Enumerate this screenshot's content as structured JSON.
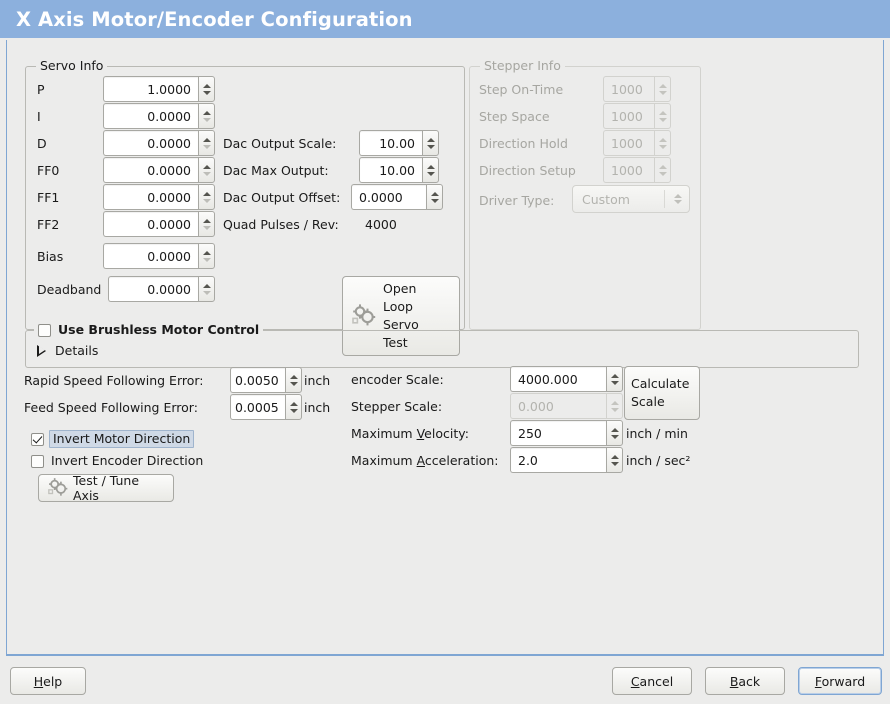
{
  "window": {
    "title": "X Axis Motor/Encoder Configuration",
    "title_bar_color": "#8cb0dd",
    "background_color": "#ececeb",
    "frame_border_color": "#7fa6d3"
  },
  "servo_info": {
    "frame_label": "Servo Info",
    "fields": [
      {
        "label": "P",
        "value": "1.0000"
      },
      {
        "label": "I",
        "value": "0.0000"
      },
      {
        "label": "D",
        "value": "0.0000"
      },
      {
        "label": "FF0",
        "value": "0.0000"
      },
      {
        "label": "FF1",
        "value": "0.0000"
      },
      {
        "label": "FF2",
        "value": "0.0000"
      },
      {
        "label": "Bias",
        "value": "0.0000"
      },
      {
        "label": "Deadband",
        "value": "0.0000"
      }
    ],
    "dac_output_scale": {
      "label": "Dac Output Scale:",
      "value": "10.00"
    },
    "dac_max_output": {
      "label": "Dac Max Output:",
      "value": "10.00"
    },
    "dac_output_offset": {
      "label": "Dac Output Offset:",
      "value": "0.0000"
    },
    "quad_pulses_rev": {
      "label": "Quad Pulses / Rev:",
      "value": "4000"
    },
    "open_loop_button": {
      "line1": "Open",
      "line2": "Loop",
      "line3": "Servo",
      "line4": "Test",
      "icon": "gears-icon"
    }
  },
  "stepper_info": {
    "frame_label": "Stepper Info",
    "enabled": false,
    "fields": [
      {
        "label": "Step On-Time",
        "value": "1000"
      },
      {
        "label": "Step Space",
        "value": "1000"
      },
      {
        "label": "Direction Hold",
        "value": "1000"
      },
      {
        "label": "Direction Setup",
        "value": "1000"
      }
    ],
    "driver_type": {
      "label": "Driver Type:",
      "value": "Custom"
    }
  },
  "brushless": {
    "frame_label": "Use Brushless Motor Control",
    "checked": false,
    "details_label": "Details",
    "details_expanded": false
  },
  "tuning": {
    "rapid_following_error": {
      "label": "Rapid Speed Following Error:",
      "value": "0.0050",
      "unit": "inch"
    },
    "feed_following_error": {
      "label": "Feed Speed Following Error:",
      "value": "0.0005",
      "unit": "inch"
    },
    "invert_motor": {
      "label": "Invert Motor Direction",
      "checked": true,
      "focused": true
    },
    "invert_encoder": {
      "label": "Invert Encoder Direction",
      "checked": false,
      "focused": false
    },
    "test_tune_button": {
      "label": "Test / Tune Axis",
      "icon": "gears-icon"
    }
  },
  "scaling": {
    "encoder_scale": {
      "label": "encoder Scale:",
      "value": "4000.000",
      "enabled": true
    },
    "stepper_scale": {
      "label": "Stepper Scale:",
      "value": "0.000",
      "enabled": false
    },
    "maximum_velocity": {
      "label_pre": "Maximum ",
      "label_mn": "V",
      "label_post": "elocity:",
      "value": "250",
      "unit": "inch / min"
    },
    "maximum_acceleration": {
      "label_pre": "Maximum ",
      "label_mn": "A",
      "label_post": "cceleration:",
      "value": "2.0",
      "unit": "inch / sec²"
    },
    "calculate_button": {
      "line1": "Calculate",
      "line2": "Scale"
    }
  },
  "actions": {
    "help": {
      "mn": "H",
      "rest": "elp"
    },
    "cancel": {
      "mn": "C",
      "rest": "ancel"
    },
    "back": {
      "mn": "B",
      "rest": "ack"
    },
    "forward": {
      "mn": "F",
      "rest": "orward",
      "focused": true
    }
  }
}
